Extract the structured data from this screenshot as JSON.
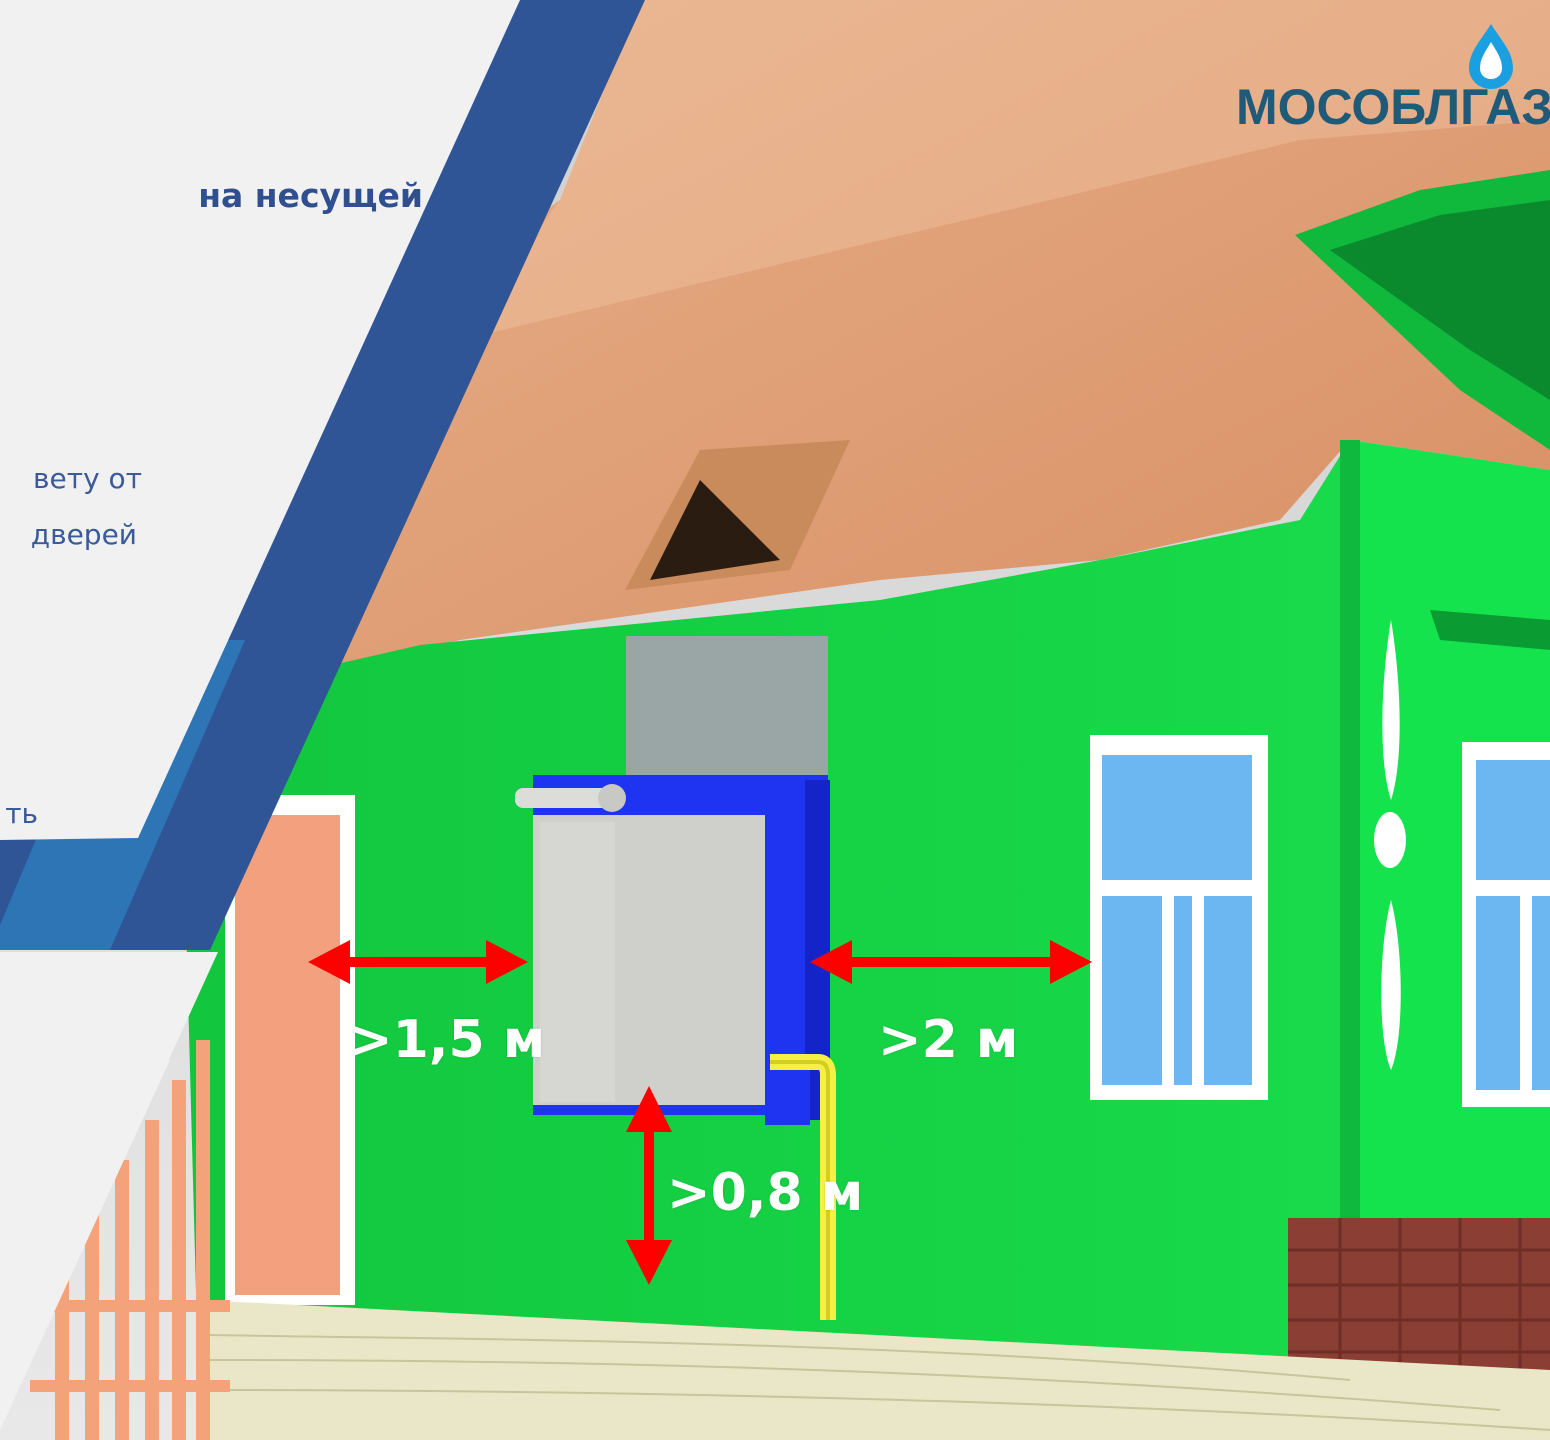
{
  "slide": {
    "title_fragment": "на несущей",
    "body_lines": [
      "вету от",
      "дверей",
      "ть"
    ]
  },
  "logo": {
    "text": "МОСОБЛГАЗ",
    "drop_color": "#1aa0e0",
    "text_color": "#1f5a78"
  },
  "dimensions": {
    "to_door": ">1,5 м",
    "to_window": ">2 м",
    "to_ground": ">0,8 м",
    "arrow_color": "#ff0000"
  },
  "colors": {
    "wall": "#16d84a",
    "roof": "#dc9a72",
    "stripe_dark": "#2f5597",
    "stripe_light": "#2e75b6",
    "panel": "#f1f1f1"
  }
}
